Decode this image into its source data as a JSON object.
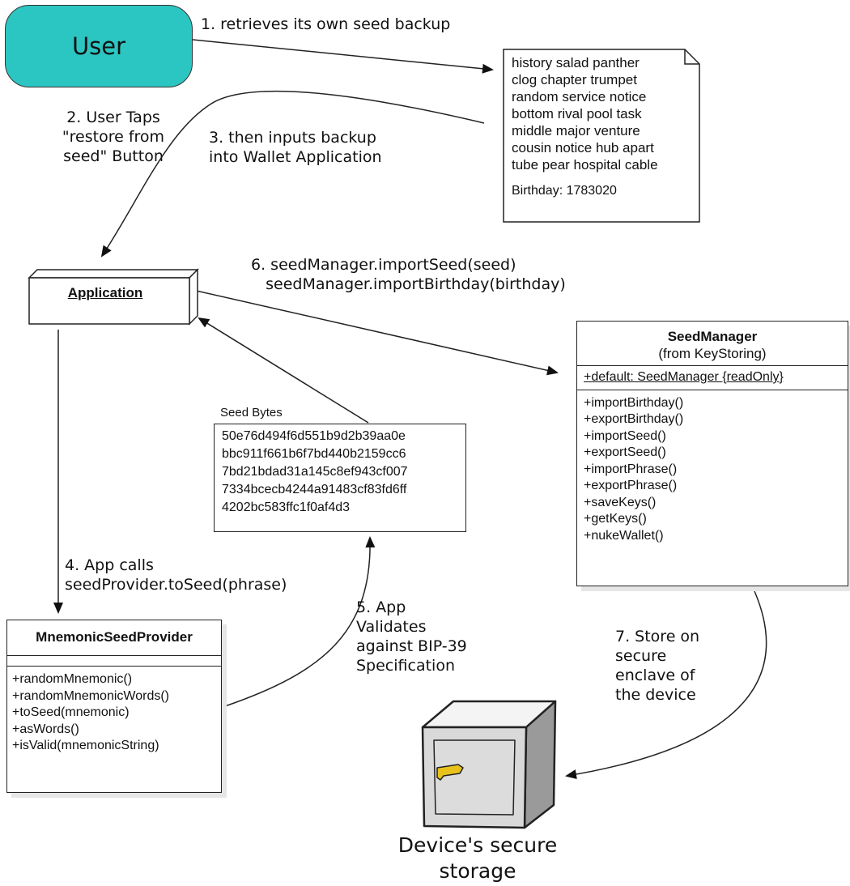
{
  "user": {
    "label": "User"
  },
  "seed_note": {
    "words": [
      "history salad panther",
      "clog chapter trumpet",
      "random service notice",
      "bottom rival pool task",
      "middle major venture",
      "cousin notice hub apart",
      "tube pear hospital cable"
    ],
    "birthday": "Birthday: 1783020"
  },
  "steps": {
    "s1": "1. retrieves its own seed backup",
    "s2": "2. User Taps\n\"restore from\nseed\" Button",
    "s3": "3. then inputs backup\ninto Wallet Application",
    "s4": "4. App calls\nseedProvider.toSeed(phrase)",
    "s5": "5. App\nValidates\nagainst BIP-39\nSpecification",
    "s6": "6. seedManager.importSeed(seed)\n   seedManager.importBirthday(birthday)",
    "s7": "7. Store on\nsecure\nenclave of\nthe device"
  },
  "application": {
    "label": "Application"
  },
  "seed_bytes": {
    "title": "Seed Bytes",
    "lines": [
      "50e76d494f6d551b9d2b39aa0e",
      "bbc911f661b6f7bd440b2159cc6",
      "7bd21bdad31a145c8ef943cf007",
      "7334bcecb4244a91483cf83fd6ff",
      "4202bc583ffc1f0af4d3"
    ]
  },
  "seed_manager": {
    "name": "SeedManager",
    "stereotype": "(from KeyStoring)",
    "attribute": "+default: SeedManager {readOnly}",
    "operations": [
      "+importBirthday()",
      "+exportBirthday()",
      "+importSeed()",
      "+exportSeed()",
      "+importPhrase()",
      "+exportPhrase()",
      "+saveKeys()",
      "+getKeys()",
      "+nukeWallet()"
    ]
  },
  "mnemonic_provider": {
    "name": "MnemonicSeedProvider",
    "operations": [
      "+randomMnemonic()",
      "+randomMnemonicWords()",
      "+toSeed(mnemonic)",
      "+asWords()",
      "+isValid(mnemonicString)"
    ]
  },
  "storage": {
    "label": "Device's secure\nstorage"
  },
  "colors": {
    "user_fill": "#2cc6c2",
    "line": "#222222",
    "safe_handle": "#e8c21a"
  }
}
